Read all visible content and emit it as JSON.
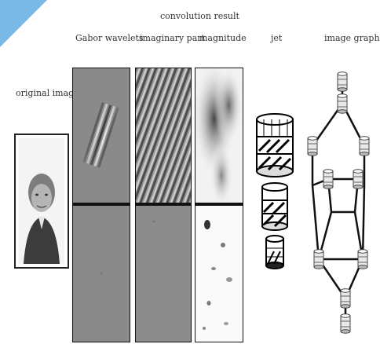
{
  "labels": {
    "convolution_result": "convolution result",
    "gabor_wavelets": "Gabor wavelets",
    "imaginary_part": "imaginary part",
    "magnitude": "magnitude",
    "jet": "jet",
    "image_graph": "image graph",
    "original_image": "original image"
  },
  "colors": {
    "panel_gray": "#8a8a8a",
    "panel_border": "#111111",
    "accent_corner": "#7ab8e8"
  }
}
